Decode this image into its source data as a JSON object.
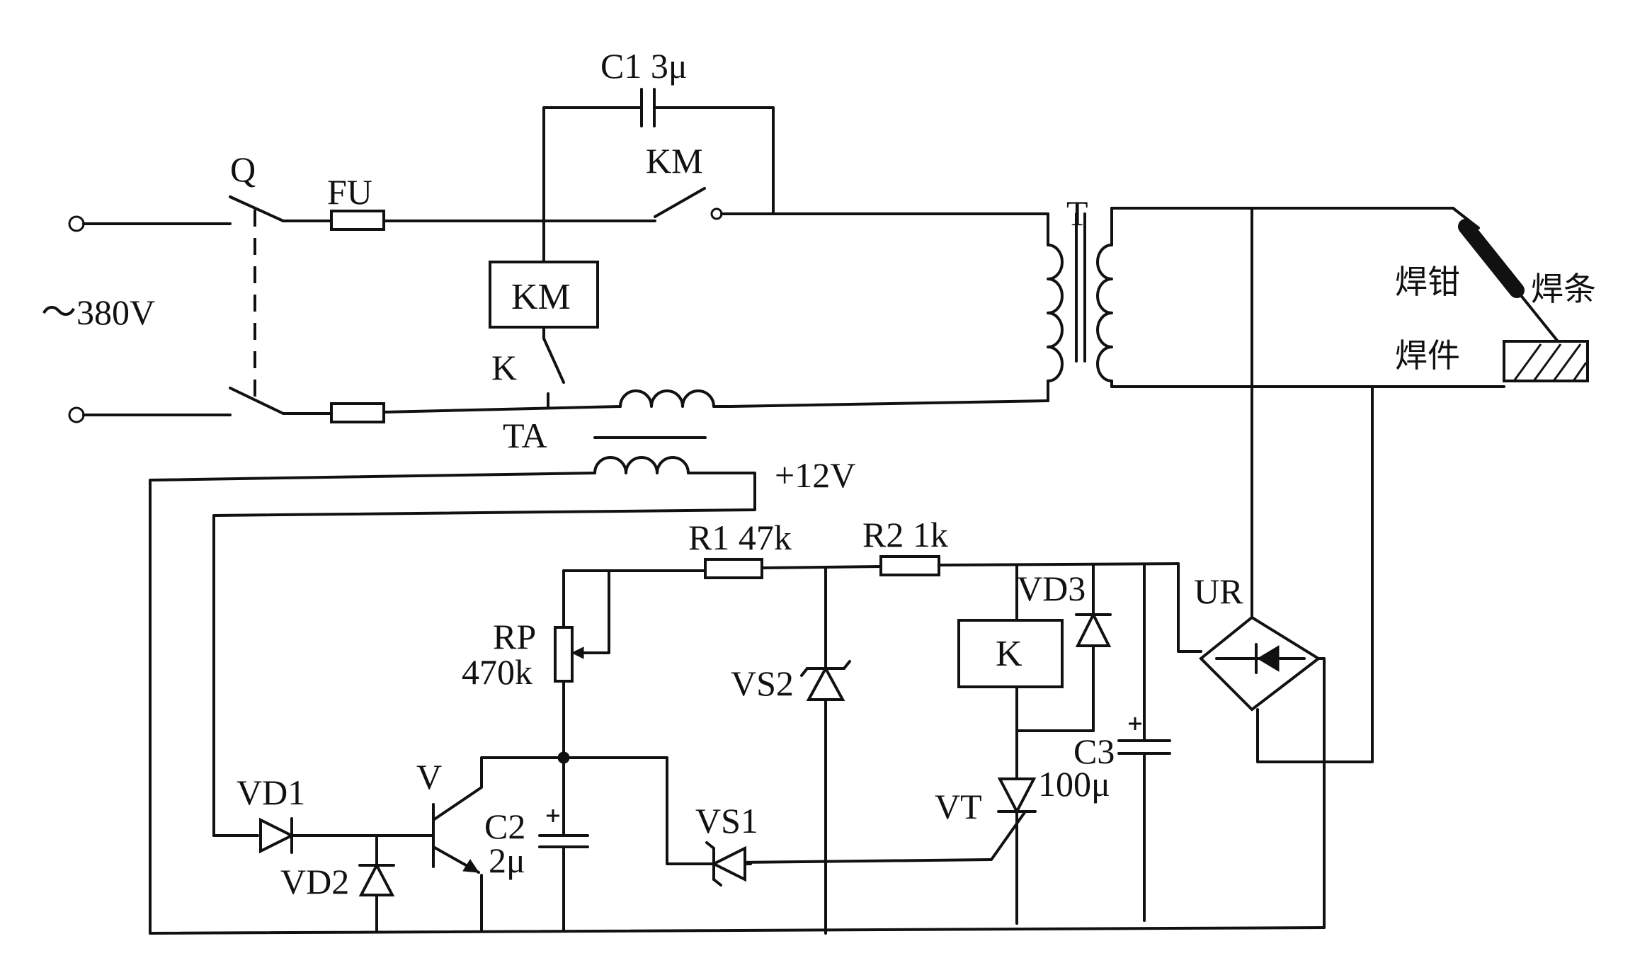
{
  "supply": {
    "label": "～380V"
  },
  "switch_q": {
    "label": "Q"
  },
  "fuse": {
    "label": "FU"
  },
  "capacitor_c1": {
    "label": "C1 3μ"
  },
  "contact_km": {
    "label": "KM"
  },
  "coil_km": {
    "label": "KM"
  },
  "contact_k": {
    "label": "K"
  },
  "current_transformer": {
    "label": "TA"
  },
  "supply_12v": {
    "label": "+12V"
  },
  "transformer": {
    "label": "T"
  },
  "electrode_holder": {
    "label": "焊钳"
  },
  "electrode": {
    "label": "焊条"
  },
  "workpiece": {
    "label": "焊件"
  },
  "resistor_r1": {
    "label": "R1 47k"
  },
  "resistor_r2": {
    "label": "R2 1k"
  },
  "potentiometer_rp": {
    "label_line1": "RP",
    "label_line2": "470k"
  },
  "zener_vs2": {
    "label": "VS2"
  },
  "diode_vd3": {
    "label": "VD3"
  },
  "relay_k": {
    "label": "K"
  },
  "bridge_ur": {
    "label": "UR"
  },
  "capacitor_c3": {
    "label_line1": "C3",
    "label_line2": "100μ"
  },
  "thyristor_vt": {
    "label": "VT"
  },
  "diode_vd1": {
    "label": "VD1"
  },
  "diode_vd2": {
    "label": "VD2"
  },
  "transistor_v": {
    "label": "V"
  },
  "capacitor_c2": {
    "label_line1": "C2",
    "label_line2": "2μ"
  },
  "zener_vs1": {
    "label": "VS1"
  }
}
